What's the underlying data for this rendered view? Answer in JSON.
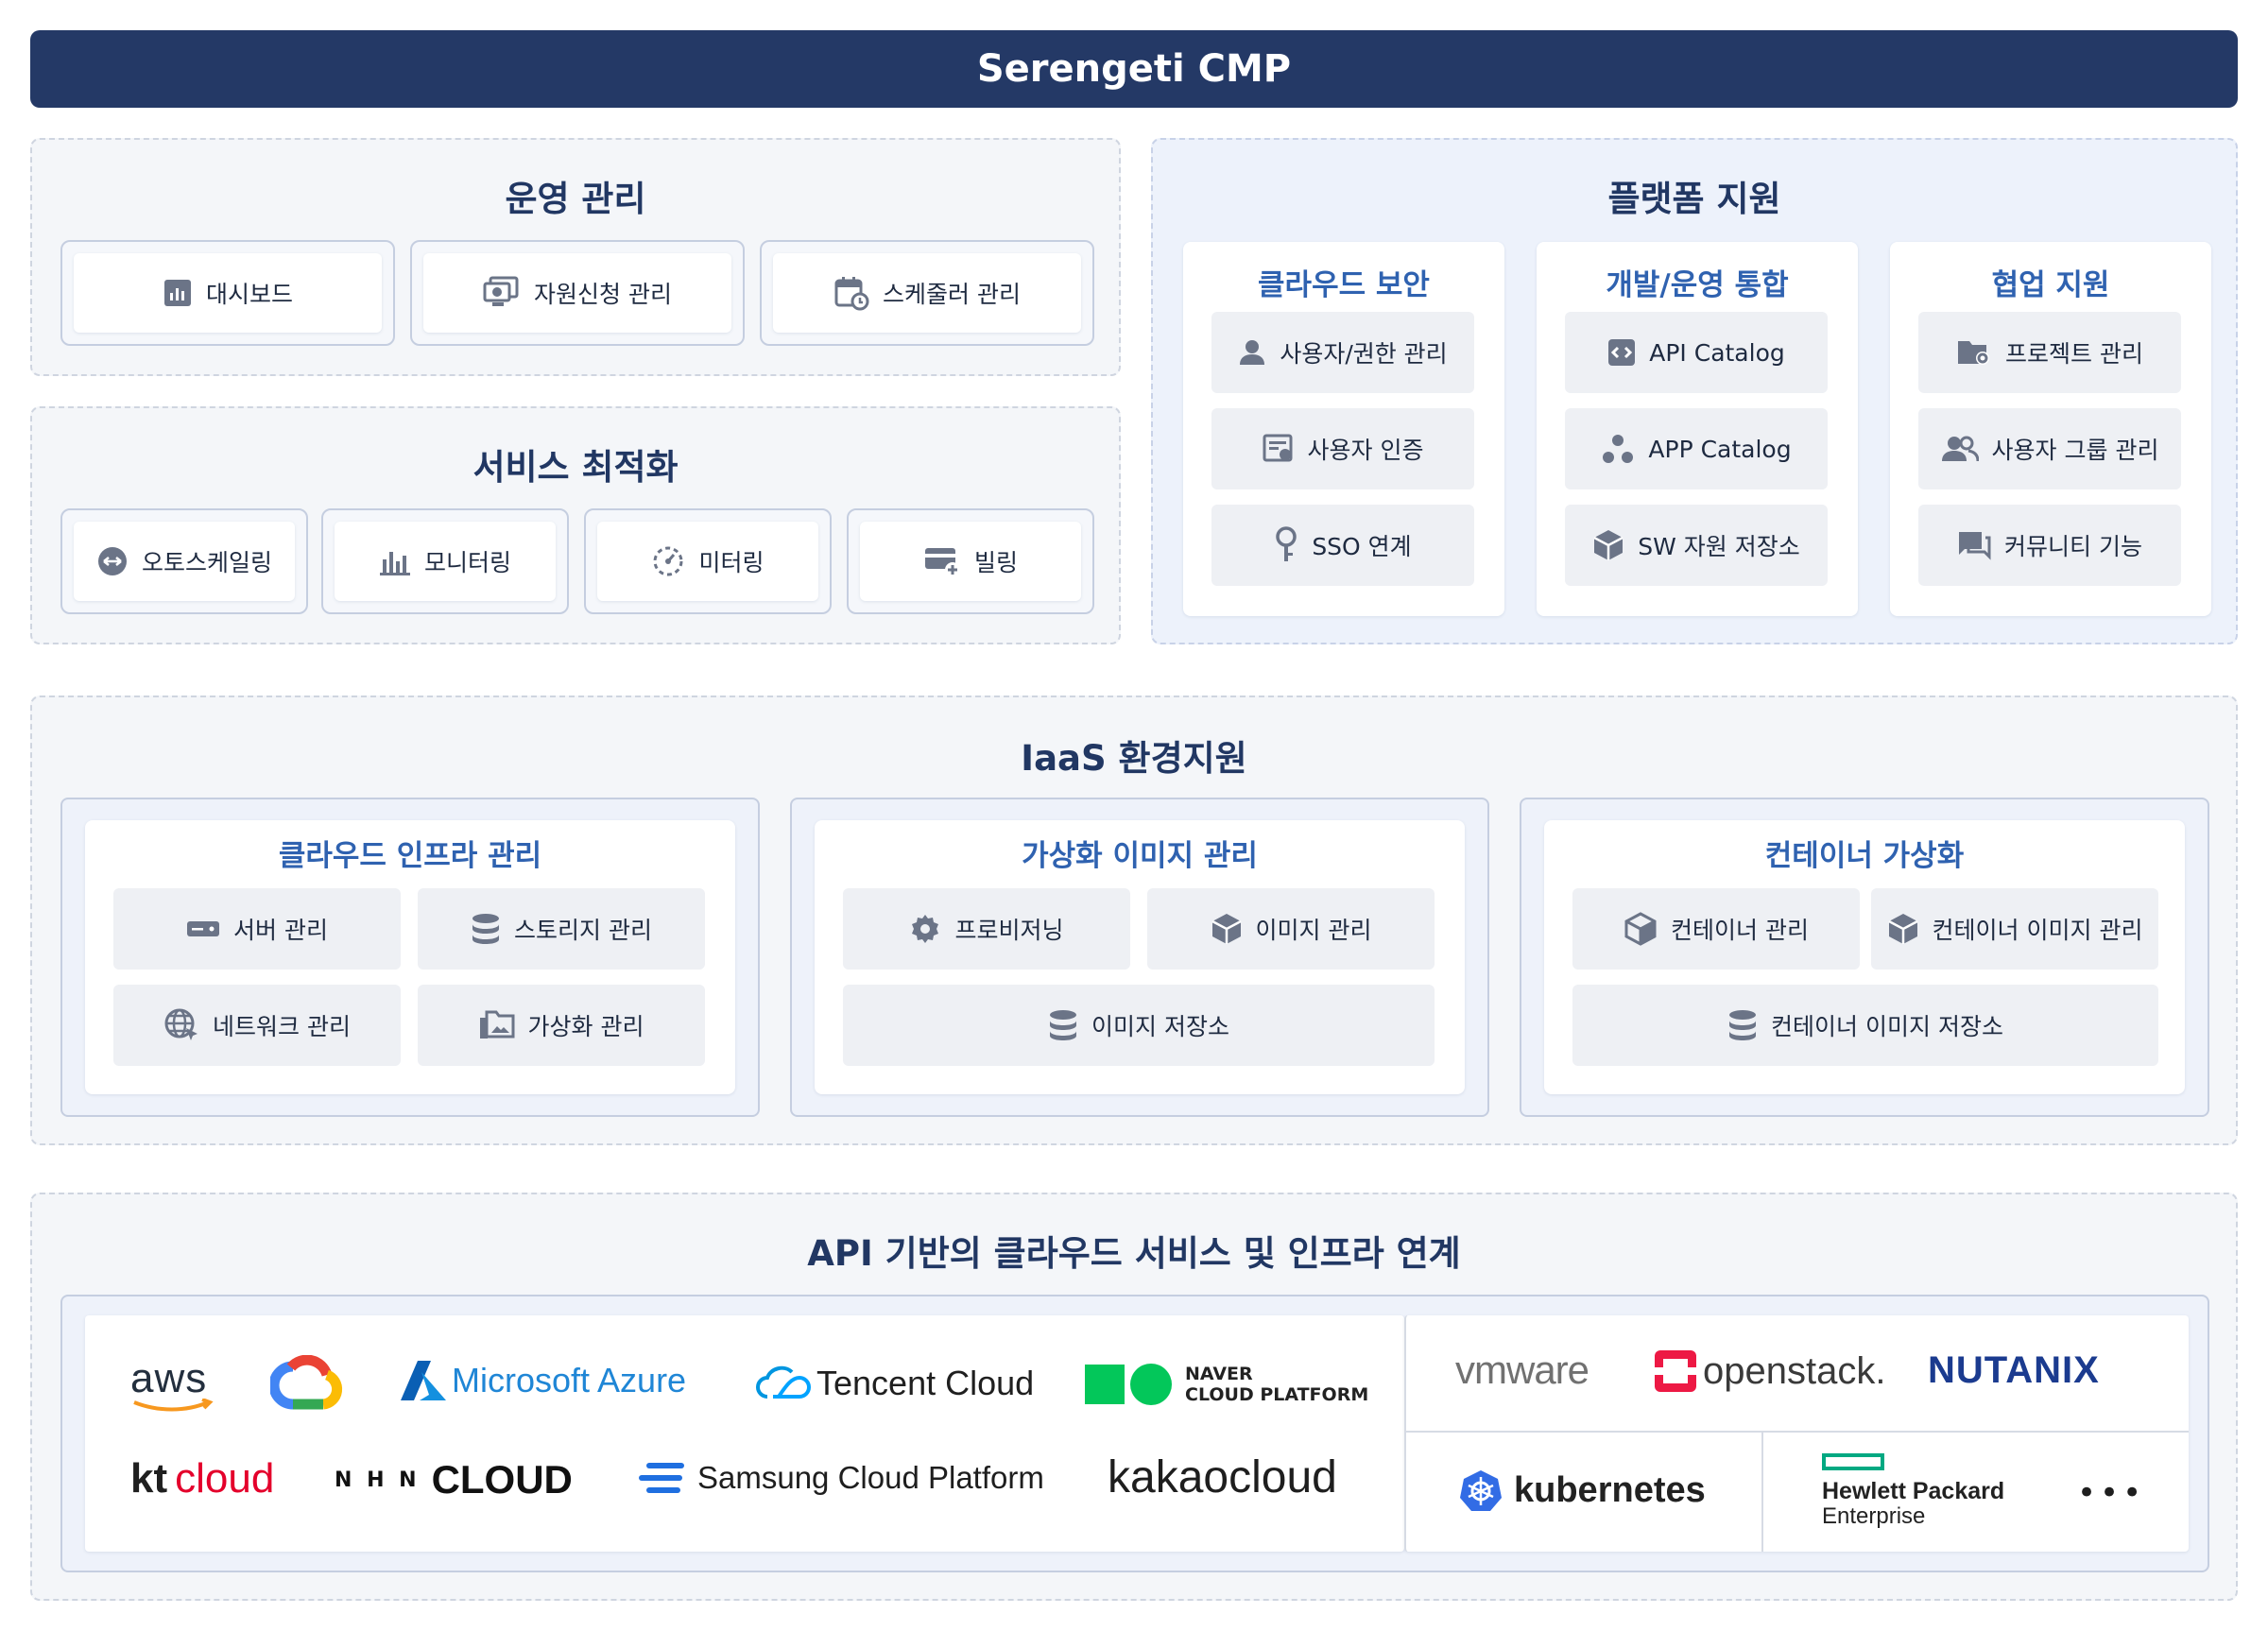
{
  "title": "Serengeti CMP",
  "ops": {
    "title": "운영 관리",
    "items": [
      {
        "label": "대시보드",
        "icon": "dashboard-icon"
      },
      {
        "label": "자원신청 관리",
        "icon": "resource-request-icon"
      },
      {
        "label": "스케줄러 관리",
        "icon": "scheduler-icon"
      }
    ]
  },
  "optimize": {
    "title": "서비스 최적화",
    "items": [
      {
        "label": "오토스케일링",
        "icon": "autoscaling-icon"
      },
      {
        "label": "모니터링",
        "icon": "monitoring-icon"
      },
      {
        "label": "미터링",
        "icon": "metering-icon"
      },
      {
        "label": "빌링",
        "icon": "billing-icon"
      }
    ]
  },
  "platform": {
    "title": "플랫폼 지원",
    "groups": [
      {
        "title": "클라우드 보안",
        "items": [
          "사용자/권한 관리",
          "사용자 인증",
          "SSO 연계"
        ]
      },
      {
        "title": "개발/운영 통합",
        "items": [
          "API Catalog",
          "APP Catalog",
          "SW 자원 저장소"
        ]
      },
      {
        "title": "협업 지원",
        "items": [
          "프로젝트 관리",
          "사용자 그룹 관리",
          "커뮤니티 기능"
        ]
      }
    ]
  },
  "iaas": {
    "title": "IaaS 환경지원",
    "groups": [
      {
        "title": "클라우드 인프라 관리",
        "items": [
          "서버 관리",
          "스토리지 관리",
          "네트워크 관리",
          "가상화 관리"
        ]
      },
      {
        "title": "가상화 이미지 관리",
        "items": [
          "프로비저닝",
          "이미지 관리",
          "이미지 저장소"
        ]
      },
      {
        "title": "컨테이너 가상화",
        "items": [
          "컨테이너 관리",
          "컨테이너 이미지 관리",
          "컨테이너 이미지 저장소"
        ]
      }
    ]
  },
  "api": {
    "title": "API 기반의 클라우드 서비스 및 인프라 연계",
    "public_logos": {
      "aws": "aws",
      "gcp": "google-cloud-logo",
      "azure": "Microsoft Azure",
      "tencent": "Tencent Cloud",
      "naver_line1": "NAVER",
      "naver_line2": "CLOUD PLATFORM",
      "kt_1": "kt",
      "kt_2": "cloud",
      "nhn_1": "N H N",
      "nhn_2": "CLOUD",
      "samsung": "Samsung Cloud Platform",
      "kakao": "kakaocloud"
    },
    "private_logos": {
      "vmware": "vmware",
      "openstack": "openstack.",
      "nutanix": "NUTANIX",
      "kubernetes": "kubernetes",
      "hpe_line1": "Hewlett Packard",
      "hpe_line2": "Enterprise",
      "more": "•••"
    }
  },
  "colors": {
    "header": "#243966",
    "group_title": "#2f62b0",
    "panel": "#f4f6f9",
    "panel_blue": "#edf2fb"
  }
}
